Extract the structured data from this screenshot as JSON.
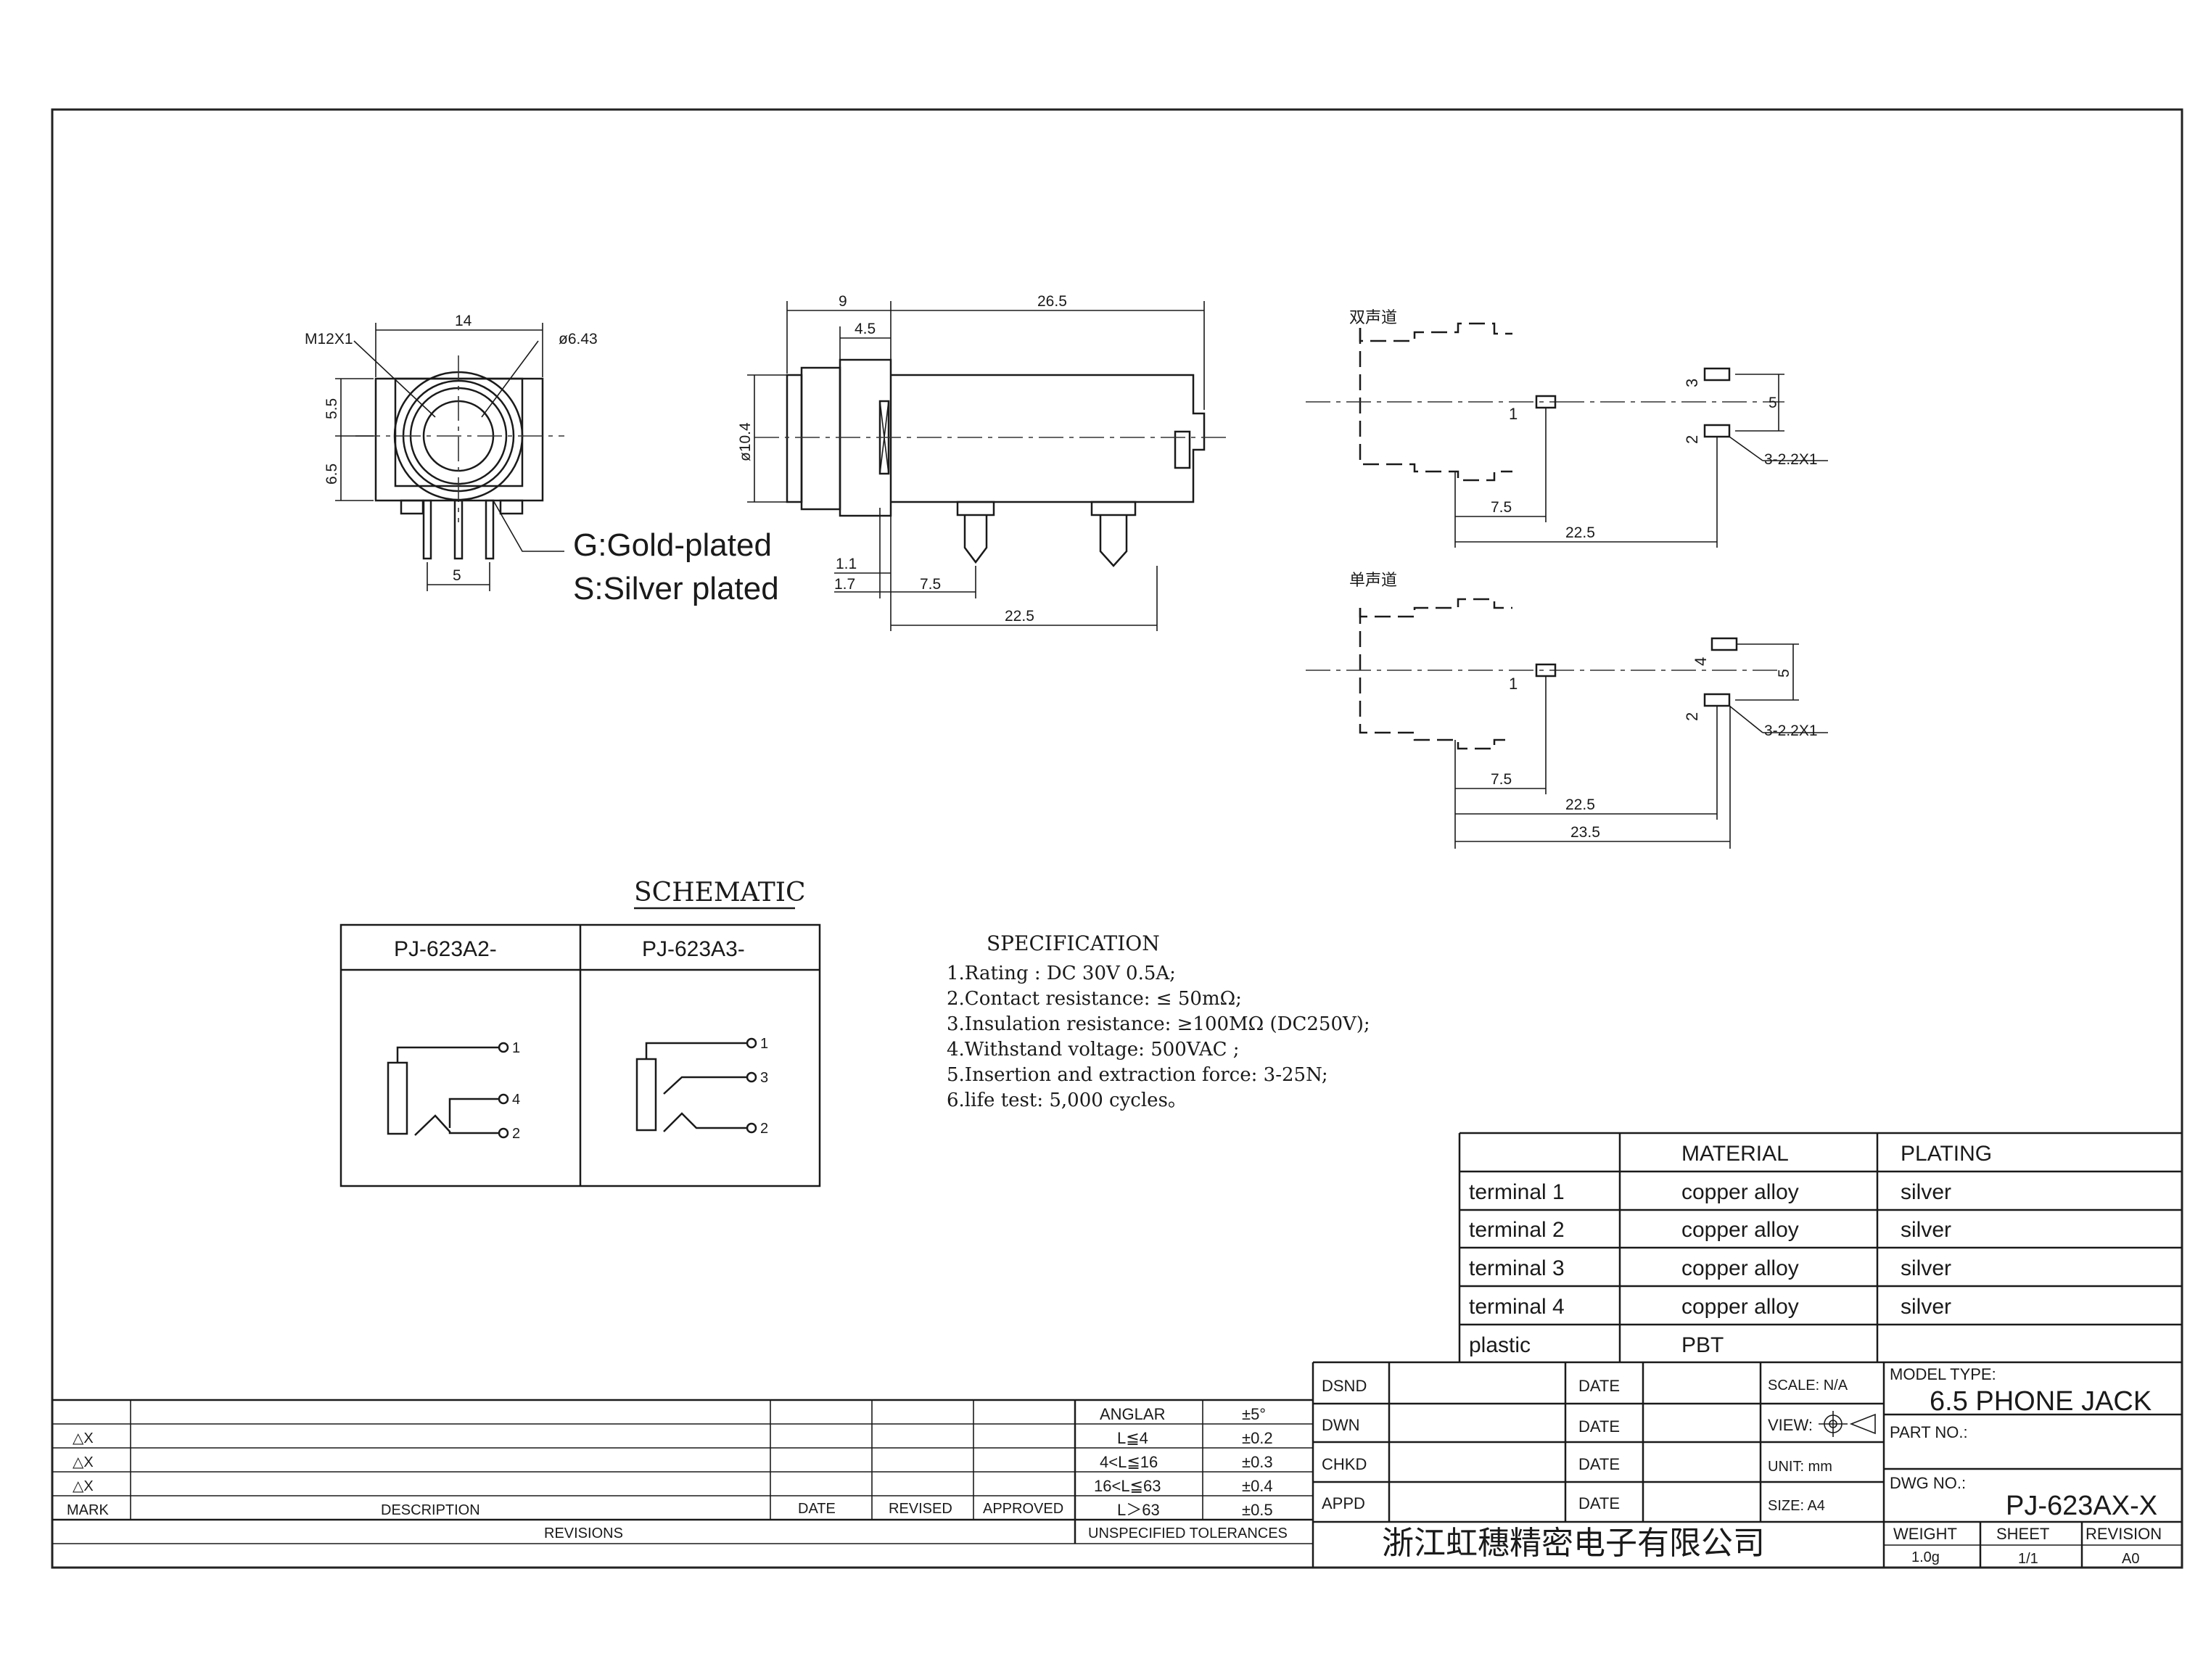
{
  "front_view": {
    "thread_label": "M12X1",
    "width": "14",
    "diameter": "ø6.43",
    "height_top": "5.5",
    "height_bottom": "6.5",
    "pin_pitch": "5"
  },
  "plating_note": {
    "line1": "G:Gold-plated",
    "line2": "S:Silver plated"
  },
  "side_view": {
    "dim_9": "9",
    "dim_4_5": "4.5",
    "dim_26_5": "26.5",
    "dim_dia": "ø10.4",
    "dim_1_1": "1.1",
    "dim_1_7": "1.7",
    "dim_7_5": "7.5",
    "dim_22_5": "22.5"
  },
  "footprint_stereo": {
    "title": "双声道",
    "pin1": "1",
    "pin2": "2",
    "pin3": "3",
    "pitch": "5",
    "hole_note": "3-2.2X1",
    "dim_7_5": "7.5",
    "dim_22_5": "22.5"
  },
  "footprint_mono": {
    "title": "单声道",
    "pin1": "1",
    "pin2": "2",
    "pin4": "4",
    "pitch": "5",
    "hole_note": "3-2.2X1",
    "dim_7_5": "7.5",
    "dim_22_5": "22.5",
    "dim_23_5": "23.5"
  },
  "schematic": {
    "title": "SCHEMATIC",
    "col1": "PJ-623A2-",
    "col2": "PJ-623A3-",
    "a2_pins": [
      "1",
      "4",
      "2"
    ],
    "a3_pins": [
      "1",
      "3",
      "2"
    ]
  },
  "specification": {
    "title": "SPECIFICATION",
    "lines": [
      "1.Rating : DC 30V 0.5A;",
      "2.Contact resistance: ≤ 50mΩ;",
      "3.Insulation resistance: ≥100MΩ  (DC250V);",
      "4.Withstand voltage: 500VAC ;",
      "5.Insertion and extraction force: 3-25N;",
      "6.life test: 5,000 cycles。"
    ]
  },
  "materials": {
    "headers": [
      "",
      "MATERIAL",
      "PLATING"
    ],
    "rows": [
      [
        "terminal 1",
        "copper alloy",
        "silver"
      ],
      [
        "terminal 2",
        "copper alloy",
        "silver"
      ],
      [
        "terminal 3",
        "copper alloy",
        "silver"
      ],
      [
        "terminal 4",
        "copper alloy",
        "silver"
      ],
      [
        "plastic",
        "PBT",
        ""
      ]
    ]
  },
  "title_block": {
    "dsnd": "DSND",
    "dwn": "DWN",
    "chkd": "CHKD",
    "appd": "APPD",
    "date": "DATE",
    "scale": "SCALE: N/A",
    "view": "VIEW:",
    "unit": "UNIT: mm",
    "size": "SIZE: A4",
    "model_type_label": "MODEL TYPE:",
    "model_type": "6.5 PHONE JACK",
    "part_no_label": "PART NO.:",
    "dwg_no_label": "DWG NO.:",
    "dwg_no": "PJ-623AX-X",
    "company": "浙江虹穗精密电子有限公司",
    "weight_label": "WEIGHT",
    "sheet_label": "SHEET",
    "revision_label": "REVISION",
    "weight": "1.0g",
    "sheet": "1/1",
    "revision": "A0"
  },
  "revisions": {
    "rows": [
      "△X",
      "△X",
      "△X"
    ],
    "mark": "MARK",
    "description": "DESCRIPTION",
    "date": "DATE",
    "revised": "REVISED",
    "approved": "APPROVED",
    "footer": "REVISIONS"
  },
  "tolerances": {
    "rows": [
      [
        "ANGLAR",
        "±5°"
      ],
      [
        "L≦4",
        "±0.2"
      ],
      [
        "4<L≦16",
        "±0.3"
      ],
      [
        "16<L≦63",
        "±0.4"
      ],
      [
        "L＞63",
        "±0.5"
      ]
    ],
    "footer": "UNSPECIFIED TOLERANCES"
  }
}
